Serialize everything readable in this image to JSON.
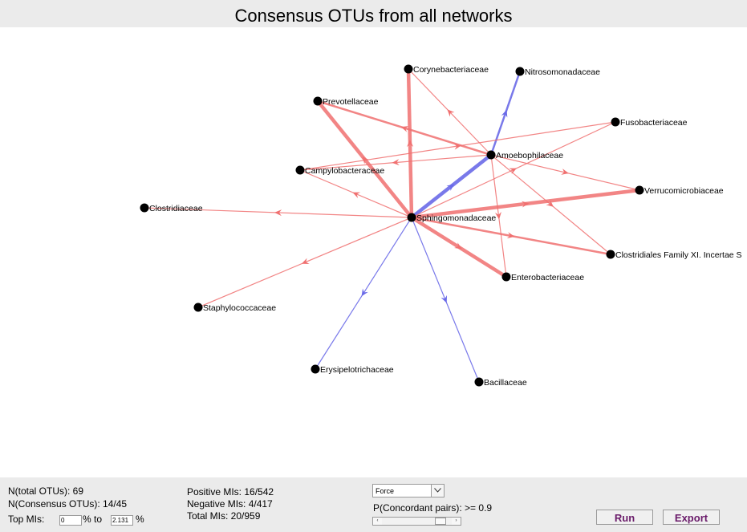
{
  "title": "Consensus OTUs from all networks",
  "network": {
    "nodes": [
      {
        "id": "Corynebacteriaceae",
        "label": "Corynebacteriaceae"
      },
      {
        "id": "Nitrosomonadaceae",
        "label": "Nitrosomonadaceae"
      },
      {
        "id": "Prevotellaceae",
        "label": "Prevotellaceae"
      },
      {
        "id": "Fusobacteriaceae",
        "label": "Fusobacteriaceae"
      },
      {
        "id": "Amoebophilaceae",
        "label": "Amoebophilaceae"
      },
      {
        "id": "Campylobacteraceae",
        "label": "Campylobacteraceae"
      },
      {
        "id": "Verrucomicrobiaceae",
        "label": "Verrucomicrobiaceae"
      },
      {
        "id": "Clostridiaceae",
        "label": "Clostridiaceae"
      },
      {
        "id": "Sphingomonadaceae",
        "label": "Sphingomonadaceae"
      },
      {
        "id": "Clostridiales",
        "label": "Clostridiales Family XI. Incertae S"
      },
      {
        "id": "Enterobacteriaceae",
        "label": "Enterobacteriaceae"
      },
      {
        "id": "Staphylococcaceae",
        "label": "Staphylococcaceae"
      },
      {
        "id": "Erysipelotrichaceae",
        "label": "Erysipelotrichaceae"
      },
      {
        "id": "Bacillaceae",
        "label": "Bacillaceae"
      }
    ],
    "edges": [
      {
        "from": "Sphingomonadaceae",
        "to": "Prevotellaceae",
        "sign": "positive",
        "weight": "strong"
      },
      {
        "from": "Sphingomonadaceae",
        "to": "Corynebacteriaceae",
        "sign": "positive",
        "weight": "strong"
      },
      {
        "from": "Sphingomonadaceae",
        "to": "Amoebophilaceae",
        "sign": "negative",
        "weight": "strong"
      },
      {
        "from": "Sphingomonadaceae",
        "to": "Verrucomicrobiaceae",
        "sign": "positive",
        "weight": "strong"
      },
      {
        "from": "Sphingomonadaceae",
        "to": "Enterobacteriaceae",
        "sign": "positive",
        "weight": "strong"
      },
      {
        "from": "Sphingomonadaceae",
        "to": "Campylobacteraceae",
        "sign": "positive",
        "weight": "weak"
      },
      {
        "from": "Sphingomonadaceae",
        "to": "Clostridiaceae",
        "sign": "positive",
        "weight": "weak"
      },
      {
        "from": "Sphingomonadaceae",
        "to": "Staphylococcaceae",
        "sign": "positive",
        "weight": "weak"
      },
      {
        "from": "Sphingomonadaceae",
        "to": "Fusobacteriaceae",
        "sign": "positive",
        "weight": "weak"
      },
      {
        "from": "Sphingomonadaceae",
        "to": "Clostridiales",
        "sign": "positive",
        "weight": "normal"
      },
      {
        "from": "Sphingomonadaceae",
        "to": "Erysipelotrichaceae",
        "sign": "negative",
        "weight": "weak"
      },
      {
        "from": "Sphingomonadaceae",
        "to": "Bacillaceae",
        "sign": "negative",
        "weight": "weak"
      },
      {
        "from": "Amoebophilaceae",
        "to": "Nitrosomonadaceae",
        "sign": "negative",
        "weight": "normal"
      },
      {
        "from": "Amoebophilaceae",
        "to": "Prevotellaceae",
        "sign": "positive",
        "weight": "normal"
      },
      {
        "from": "Amoebophilaceae",
        "to": "Corynebacteriaceae",
        "sign": "positive",
        "weight": "weak"
      },
      {
        "from": "Amoebophilaceae",
        "to": "Campylobacteraceae",
        "sign": "positive",
        "weight": "weak"
      },
      {
        "from": "Amoebophilaceae",
        "to": "Verrucomicrobiaceae",
        "sign": "positive",
        "weight": "weak"
      },
      {
        "from": "Amoebophilaceae",
        "to": "Clostridiales",
        "sign": "positive",
        "weight": "weak"
      },
      {
        "from": "Amoebophilaceae",
        "to": "Enterobacteriaceae",
        "sign": "positive",
        "weight": "weak"
      },
      {
        "from": "Campylobacteraceae",
        "to": "Fusobacteriaceae",
        "sign": "positive",
        "weight": "weak"
      }
    ],
    "colors": {
      "positive": "#f07070",
      "negative": "#6a6ae8",
      "node": "#000000"
    }
  },
  "stats": {
    "total_otus": "N(total OTUs): 69",
    "consensus_otus": "N(Consensus OTUs): 14/45",
    "top_mis_label": "Top MIs:",
    "top_from": "0",
    "pct_to": "% to",
    "top_to": "2.131",
    "pct": "%",
    "positive_mis": "Positive MIs: 16/542",
    "negative_mis": "Negative MIs: 4/417",
    "total_mis": "Total MIs: 20/959"
  },
  "controls": {
    "layout_value": "Force",
    "concordant": "P(Concordant pairs): >= 0.9",
    "concordant_fraction": 0.9,
    "slider_left": "‹",
    "slider_right": "›",
    "run": "Run",
    "export": "Export"
  }
}
